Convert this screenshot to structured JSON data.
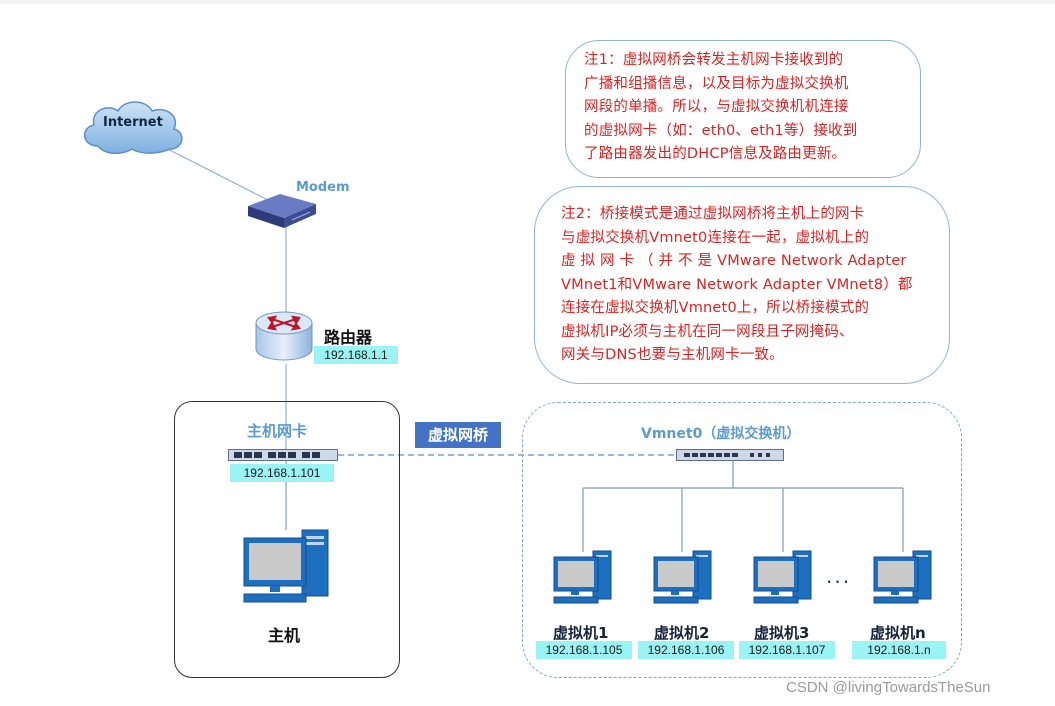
{
  "internet": {
    "label": "Internet"
  },
  "modem": {
    "label": "Modem"
  },
  "router": {
    "label": "路由器",
    "ip": "192.168.1.1"
  },
  "host": {
    "nic_label": "主机网卡",
    "nic_ip": "192.168.1.101",
    "label": "主机"
  },
  "bridge": {
    "label": "虚拟网桥"
  },
  "vswitch": {
    "label": "Vmnet0（虚拟交换机）"
  },
  "vms": [
    {
      "label": "虚拟机1",
      "ip": "192.168.1.105"
    },
    {
      "label": "虚拟机2",
      "ip": "192.168.1.106"
    },
    {
      "label": "虚拟机3",
      "ip": "192.168.1.107"
    },
    {
      "label": "虚拟机n",
      "ip": "192.168.1.n"
    }
  ],
  "ellipsis": "···",
  "notes": {
    "note1": [
      "注1：虚拟网桥会转发主机网卡接收到的",
      "广播和组播信息，以及目标为虚拟交换机",
      "网段的单播。所以，与虚拟交换机机连接",
      "的虚拟网卡（如：eth0、eth1等）接收到",
      "了路由器发出的DHCP信息及路由更新。"
    ],
    "note2": [
      "注2：桥接模式是通过虚拟网桥将主机上的网卡",
      "与虚拟交换机Vmnet0连接在一起，虚拟机上的",
      "虚 拟 网 卡 （ 并 不 是 VMware Network Adapter",
      "VMnet1和VMware Network Adapter VMnet8）都",
      "连接在虚拟交换机Vmnet0上，所以桥接模式的",
      "虚拟机IP必须与主机在同一网段且子网掩码、",
      "网关与DNS也要与主机网卡一致。"
    ]
  },
  "watermark": "CSDN @livingTowardsTheSun",
  "colors": {
    "note_text": "#e02020",
    "ip_bg": "#9af3f5",
    "bridge_bg": "#4472c4",
    "accent_blue": "#5b9bd5"
  }
}
